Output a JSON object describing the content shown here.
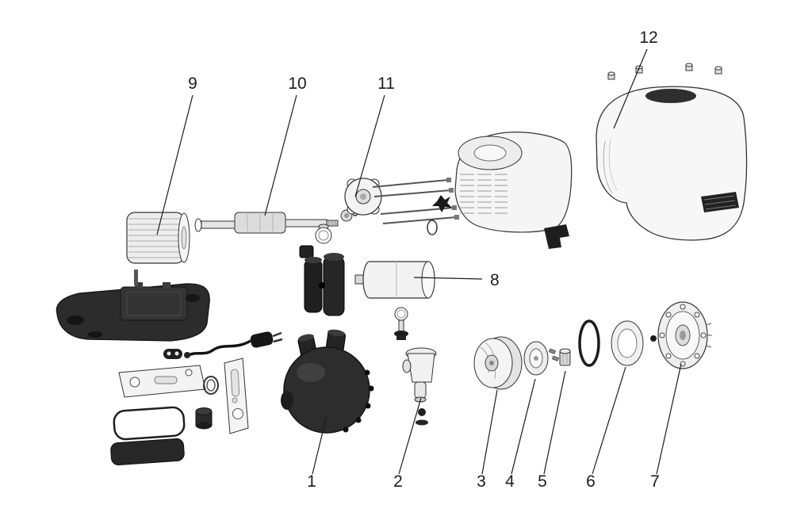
{
  "page": {
    "background": "#ffffff"
  },
  "palette": {
    "outline": "#333333",
    "dark_part": "#2b2b2b",
    "light_part": "#f4f4f4",
    "label_color": "#1c1c1c"
  },
  "callouts": [
    {
      "number": "1",
      "part": "pump-body"
    },
    {
      "number": "2",
      "part": "ejector-venturi"
    },
    {
      "number": "3",
      "part": "impeller"
    },
    {
      "number": "4",
      "part": "diffuser-plate"
    },
    {
      "number": "5",
      "part": "shaft-sleeve"
    },
    {
      "number": "6",
      "part": "o-ring-and-seal-ring"
    },
    {
      "number": "7",
      "part": "pump-cover-flange"
    },
    {
      "number": "8",
      "part": "pressure-tank"
    },
    {
      "number": "9",
      "part": "motor-stator"
    },
    {
      "number": "10",
      "part": "rotor-shaft"
    },
    {
      "number": "11",
      "part": "bearing-end-plate"
    },
    {
      "number": "12",
      "part": "motor-cover"
    }
  ]
}
